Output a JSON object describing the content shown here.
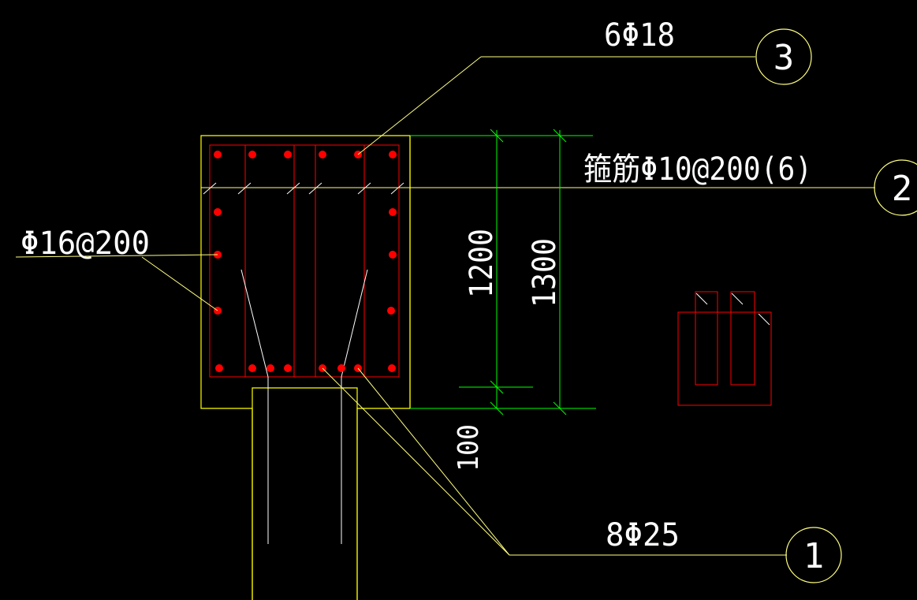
{
  "drawing": {
    "colors": {
      "background": "#000000",
      "outline": "#ffff00",
      "leader": "#ffff80",
      "rebar_line": "#ff0000",
      "rebar_dot": "#ff0000",
      "dimension": "#00ff00",
      "text": "#ffffff",
      "hook": "#ffffff"
    },
    "callouts": {
      "c3": {
        "marker": "3",
        "label": "6Φ18"
      },
      "c2": {
        "marker": "2",
        "label": "箍筋Φ10@200(6)"
      },
      "c1": {
        "marker": "1",
        "label": "8Φ25"
      },
      "side": {
        "label": "Φ16@200"
      }
    },
    "dimensions": {
      "d1200": "1200",
      "d1300": "1300",
      "d100": "100"
    }
  }
}
